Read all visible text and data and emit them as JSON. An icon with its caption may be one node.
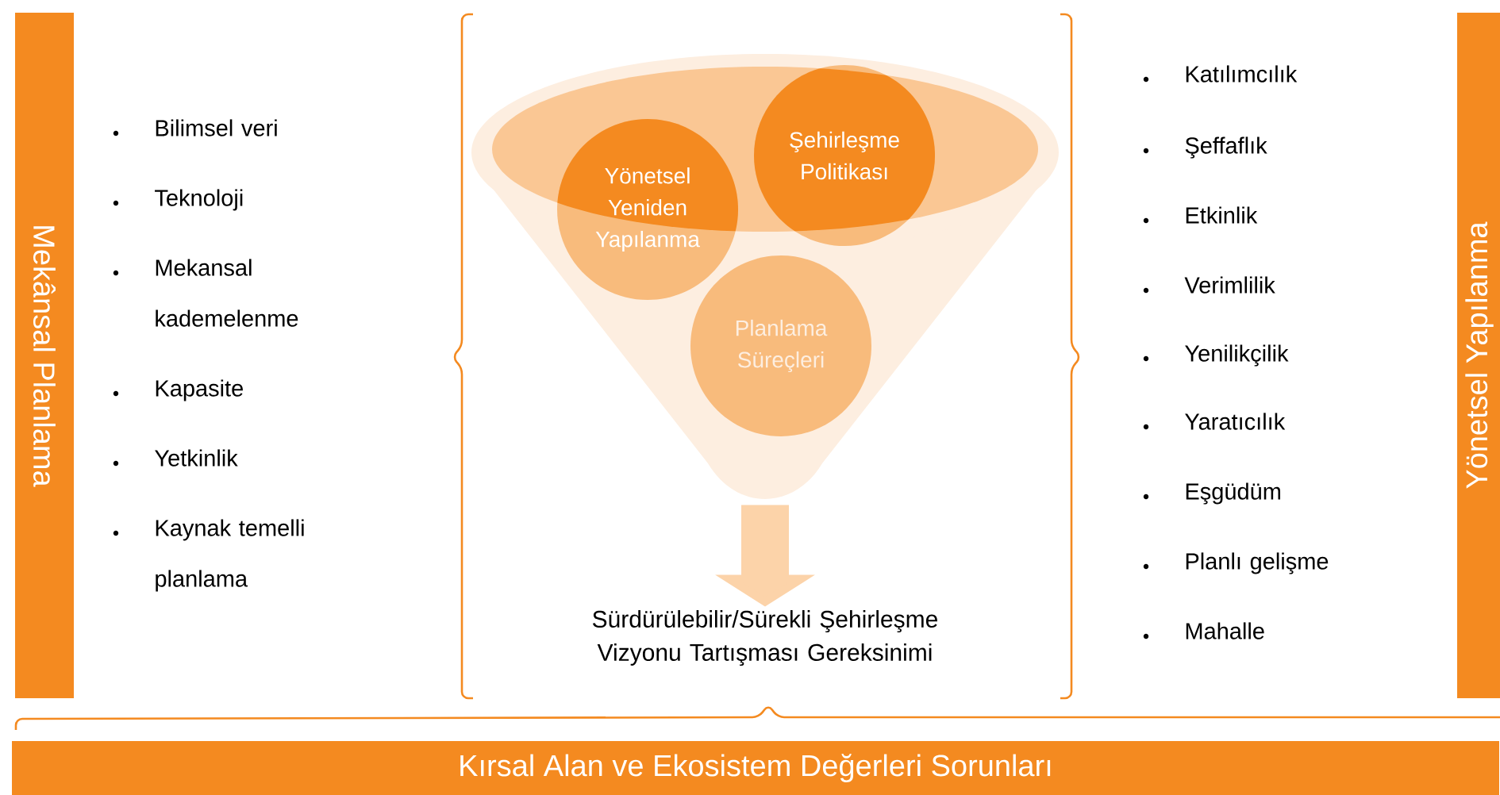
{
  "diagram": {
    "nodes": [
      {
        "text": [
          "Mekânsal Planlama"
        ]
      },
      {
        "text": [
          "Yönetsel Yapılanma"
        ]
      },
      {
        "text": [
          "Kırsal Alan ve Ekosistem Değerleri Sorunları"
        ]
      },
      {
        "text": [],
        "shape": "funnel"
      },
      {
        "text": [
          "Yönetsel Yeniden Yapılanma"
        ]
      },
      {
        "text": [
          "Şehirleşme Politikası"
        ]
      },
      {
        "text": [
          "Planlama Süreçleri"
        ],
        "in": 3
      },
      {
        "text": [
          "Sürdürülebilir/Sürekli Şehirleşme Vizyonu Tartışması Gereksinimi"
        ]
      }
    ],
    "edges": [
      {
        "from": 3,
        "to": 7,
        "arrow": "to"
      }
    ],
    "labels": [
      "Bilimsel veri",
      "Teknoloji",
      "Mekansal kademelenme",
      "Kapasite",
      "Yetkinlik",
      "Kaynak temelli planlama",
      "Katılımcılık",
      "Şeffaflık",
      "Etkinlik",
      "Verimlilik",
      "Yenilikçilik",
      "Yaratıcılık",
      "Eşgüdüm",
      "Planlı gelişme",
      "Mahalle"
    ]
  }
}
